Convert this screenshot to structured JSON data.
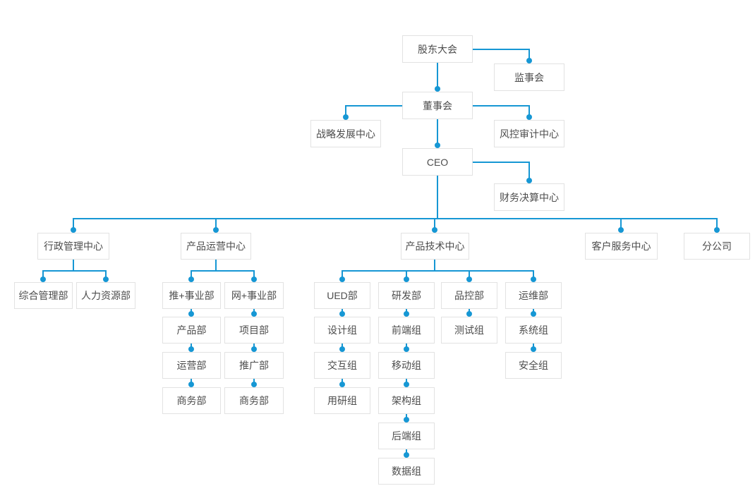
{
  "org": {
    "title": "",
    "style": {
      "accent_color": "#1697d4",
      "box_border_color": "#e2e2e2",
      "text_color": "#4d4d4d",
      "background_color": "#ffffff"
    },
    "nodes": {
      "shareholders": "股东大会",
      "supervisory": "监事会",
      "board": "董事会",
      "strategy": "战略发展中心",
      "risk_audit": "风控审计中心",
      "ceo": "CEO",
      "finance": "财务决算中心",
      "admin_center": "行政管理中心",
      "product_ops_center": "产品运营中心",
      "product_tech_center": "产品技术中心",
      "customer_service_center": "客户服务中心",
      "branch_company": "分公司",
      "general_mgmt": "综合管理部",
      "hr": "人力资源部",
      "tui_bu": "推+事业部",
      "wang_bu": "网+事业部",
      "product_dept": "产品部",
      "project_dept": "项目部",
      "operations_dept": "运营部",
      "promotion_dept": "推广部",
      "business_dept_tui": "商务部",
      "business_dept_wang": "商务部",
      "ued_dept": "UED部",
      "rd_dept": "研发部",
      "qc_dept": "品控部",
      "ops_dept": "运维部",
      "design_team": "设计组",
      "frontend_team": "前端组",
      "test_team": "测试组",
      "system_team": "系统组",
      "interaction_team": "交互组",
      "mobile_team": "移动组",
      "security_team": "安全组",
      "user_research_team": "用研组",
      "architecture_team": "架构组",
      "backend_team": "后端组",
      "data_team": "数据组"
    },
    "edges": [
      [
        "shareholders",
        "supervisory"
      ],
      [
        "shareholders",
        "board"
      ],
      [
        "board",
        "strategy"
      ],
      [
        "board",
        "risk_audit"
      ],
      [
        "board",
        "ceo"
      ],
      [
        "ceo",
        "finance"
      ],
      [
        "ceo",
        "admin_center"
      ],
      [
        "ceo",
        "product_ops_center"
      ],
      [
        "ceo",
        "product_tech_center"
      ],
      [
        "ceo",
        "customer_service_center"
      ],
      [
        "ceo",
        "branch_company"
      ],
      [
        "admin_center",
        "general_mgmt"
      ],
      [
        "admin_center",
        "hr"
      ],
      [
        "product_ops_center",
        "tui_bu"
      ],
      [
        "product_ops_center",
        "wang_bu"
      ],
      [
        "tui_bu",
        "product_dept"
      ],
      [
        "product_dept",
        "operations_dept"
      ],
      [
        "operations_dept",
        "business_dept_tui"
      ],
      [
        "wang_bu",
        "project_dept"
      ],
      [
        "project_dept",
        "promotion_dept"
      ],
      [
        "promotion_dept",
        "business_dept_wang"
      ],
      [
        "product_tech_center",
        "ued_dept"
      ],
      [
        "product_tech_center",
        "rd_dept"
      ],
      [
        "product_tech_center",
        "qc_dept"
      ],
      [
        "product_tech_center",
        "ops_dept"
      ],
      [
        "ued_dept",
        "design_team"
      ],
      [
        "design_team",
        "interaction_team"
      ],
      [
        "interaction_team",
        "user_research_team"
      ],
      [
        "rd_dept",
        "frontend_team"
      ],
      [
        "frontend_team",
        "mobile_team"
      ],
      [
        "mobile_team",
        "architecture_team"
      ],
      [
        "architecture_team",
        "backend_team"
      ],
      [
        "backend_team",
        "data_team"
      ],
      [
        "qc_dept",
        "test_team"
      ],
      [
        "ops_dept",
        "system_team"
      ],
      [
        "system_team",
        "security_team"
      ]
    ]
  }
}
